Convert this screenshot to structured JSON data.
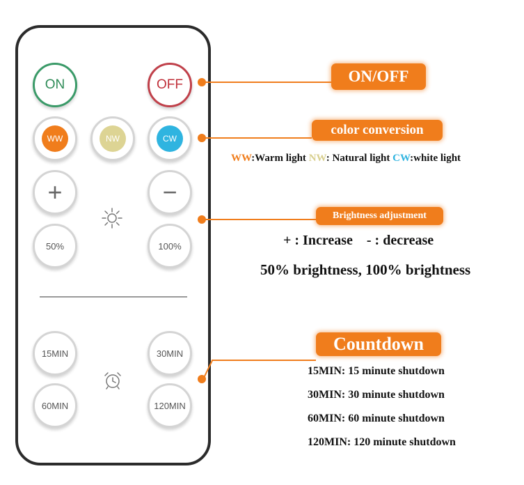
{
  "remote": {
    "on_label": "ON",
    "off_label": "OFF",
    "ww_label": "WW",
    "nw_label": "NW",
    "cw_label": "CW",
    "plus_label": "+",
    "minus_label": "−",
    "b50_label": "50%",
    "b100_label": "100%",
    "t15_label": "15MIN",
    "t30_label": "30MIN",
    "t60_label": "60MIN",
    "t120_label": "120MIN"
  },
  "annotations": {
    "onoff_title": "ON/OFF",
    "color_title": "color conversion",
    "color_desc": {
      "ww_code": "WW",
      "ww_text": ":Warm light ",
      "nw_code": "NW",
      "nw_text": ": Natural light ",
      "cw_code": "CW",
      "cw_text": ":white light"
    },
    "brightness_title": "Brightness adjustment",
    "brightness_desc_1": "+ : Increase    - : decrease",
    "brightness_desc_2": "50% brightness, 100% brightness",
    "countdown_title": "Countdown",
    "countdown_lines": [
      "15MIN: 15 minute shutdown",
      "30MIN: 30 minute shutdown",
      "60MIN: 60 minute shutdown",
      "120MIN: 120 minute shutdown"
    ]
  },
  "colors": {
    "accent": "#f07d1c",
    "on_green": "#2e8b57",
    "off_red": "#c0303a",
    "warm": "#f07d1c",
    "natural": "#ddd494",
    "white_light": "#2fb4e0"
  }
}
